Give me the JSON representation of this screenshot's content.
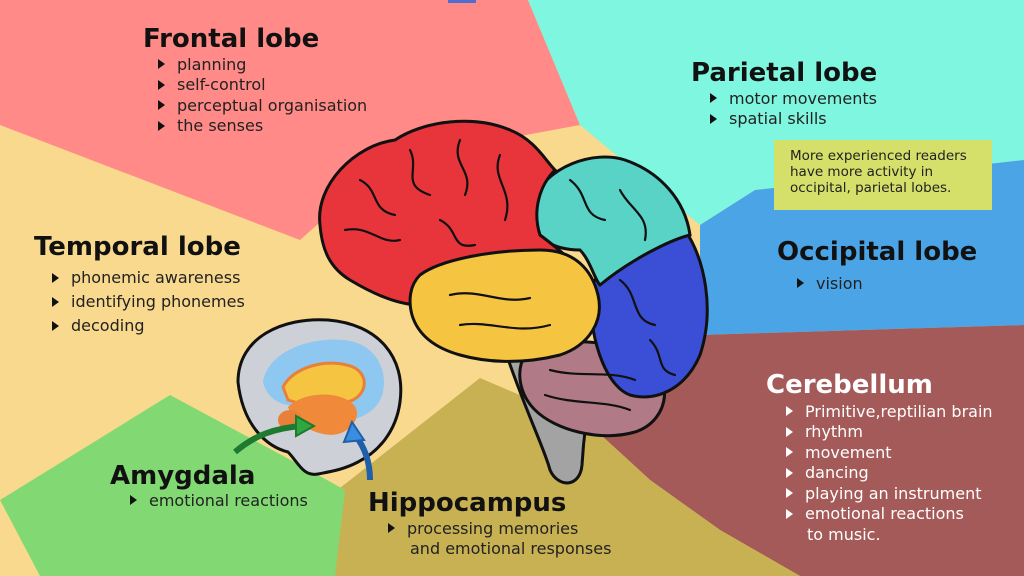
{
  "regions": {
    "frontal": {
      "title": "Frontal lobe",
      "items": [
        "planning",
        "self-control",
        "perceptual organisation",
        "the senses"
      ]
    },
    "parietal": {
      "title": "Parietal lobe",
      "items": [
        "motor movements",
        "spatial skills"
      ]
    },
    "temporal": {
      "title": "Temporal lobe",
      "items": [
        "phonemic awareness",
        "identifying phonemes",
        "decoding"
      ]
    },
    "occipital": {
      "title": "Occipital lobe",
      "items": [
        "vision"
      ]
    },
    "cerebellum": {
      "title": "Cerebellum",
      "items": [
        "Primitive,reptilian brain",
        "rhythm",
        "movement",
        "dancing",
        "playing an instrument",
        "emotional reactions"
      ],
      "continuation": "to music."
    },
    "amygdala": {
      "title": "Amygdala",
      "items": [
        "emotional reactions"
      ]
    },
    "hippocampus": {
      "title": "Hippocampus",
      "items": [
        "processing memories"
      ],
      "continuation": "and emotional responses"
    }
  },
  "note": {
    "lines": [
      "More experienced readers",
      "have more activity in",
      "occipital, parietal lobes."
    ]
  },
  "colors": {
    "frontal": "#ff8a87",
    "parietal": "#7ff7e0",
    "temporal": "#f9d98e",
    "occipital": "#4aa4e6",
    "cerebellum": "#a45a58",
    "amygdala": "#82d973",
    "hippocampus": "#c7b153",
    "note": "#d5e06a",
    "brain_frontal": "#e8353b",
    "brain_parietal": "#58d3c5",
    "brain_temporal": "#f5c542",
    "brain_occipital": "#3a4fd6",
    "brain_cerebellum": "#b07a86",
    "brain_stem": "#a3a3a3"
  },
  "icons": [
    "bullet-triangle-icon",
    "green-arrow-icon",
    "blue-arrow-icon"
  ]
}
